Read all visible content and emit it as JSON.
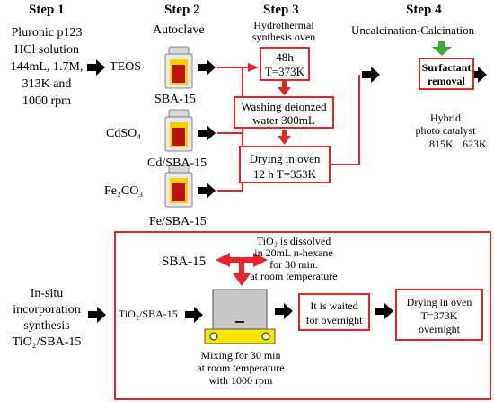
{
  "steps": {
    "step1": "Step 1",
    "step2": "Step 2",
    "step3": "Step 3",
    "step4": "Step 4"
  },
  "step1": {
    "line1": "Pluronic p123",
    "line2": "HCl solution",
    "line3": "144mL, 1.7M,",
    "line4": "313K  and",
    "line5": "1000 rpm"
  },
  "step2": {
    "autoclave": "Autoclave",
    "teos": "TEOS",
    "sba15": "SBA-15",
    "cdso4": "CdSO₄",
    "cd_sba15": "Cd/SBA-15",
    "fe2co3": "Fe₂CO₃",
    "fe_sba15": "Fe/SBA-15"
  },
  "step3": {
    "oven_title_1": "Hydrothermal",
    "oven_title_2": "synthesis oven",
    "box1_line1": "48h",
    "box1_line2": "T=373K",
    "box2_line1": "Washing deionzed",
    "box2_line2": "water 300mL",
    "box3_line1": "Drying in oven",
    "box3_line2": "12 h  T=353K"
  },
  "step4": {
    "title": "Uncalcination-Calcination",
    "box_line1": "Surfactant",
    "box_line2": "removal",
    "hybrid_1": "Hybrid",
    "hybrid_2": "photo catalyst",
    "temp1": "815K",
    "temp2": "623K"
  },
  "insitu": {
    "left1": "In-situ",
    "left2": "incorporation",
    "left3": "synthesis",
    "left4": "TiO₂/SBA-15",
    "sba15": "SBA-15",
    "tio2_sba15": "TiO₂/SBA-15",
    "dissolve1": "TiO₂ is dissolved",
    "dissolve2": "in 20mL  n-hexane",
    "dissolve3": "for 30 min.",
    "dissolve4": "at room temperature",
    "mix1": "Mixing for 30 min",
    "mix2": "at room temperature",
    "mix3": "with 1000 rpm",
    "wait1": "It is waited",
    "wait2": "for overnight",
    "dry1": "Drying in oven",
    "dry2": "T=373K",
    "dry3": "overnight"
  },
  "colors": {
    "red": "#e8232a",
    "green": "#3aaa35",
    "yellow_liquid": "#f4d400",
    "red_liquid": "#c0100e",
    "mixer_base": "#f4e600",
    "mixer_beaker": "#c8c8c8"
  }
}
